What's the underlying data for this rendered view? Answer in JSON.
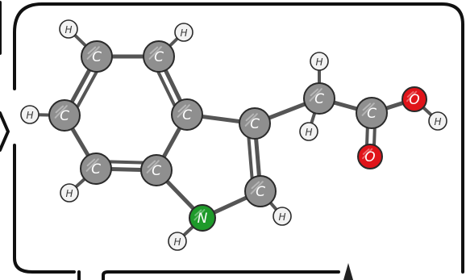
{
  "molecule": {
    "atoms": [
      {
        "id": "c1",
        "element": "C"
      },
      {
        "id": "c2",
        "element": "C"
      },
      {
        "id": "c3",
        "element": "C"
      },
      {
        "id": "c4",
        "element": "C"
      },
      {
        "id": "c5",
        "element": "C"
      },
      {
        "id": "c6",
        "element": "C"
      },
      {
        "id": "c7",
        "element": "C"
      },
      {
        "id": "c8",
        "element": "C"
      },
      {
        "id": "n1",
        "element": "N"
      },
      {
        "id": "c9",
        "element": "C"
      },
      {
        "id": "c10",
        "element": "C"
      },
      {
        "id": "o1",
        "element": "O"
      },
      {
        "id": "o2",
        "element": "O"
      },
      {
        "id": "h1",
        "element": "H"
      },
      {
        "id": "h2",
        "element": "H"
      },
      {
        "id": "h3",
        "element": "H"
      },
      {
        "id": "h4",
        "element": "H"
      },
      {
        "id": "h5",
        "element": "H"
      },
      {
        "id": "h6",
        "element": "H"
      },
      {
        "id": "h7",
        "element": "H"
      },
      {
        "id": "h8",
        "element": "H"
      },
      {
        "id": "h9",
        "element": "H"
      }
    ],
    "bonds": [
      {
        "a": "c1",
        "b": "c2",
        "order": 1
      },
      {
        "a": "c2",
        "b": "c3",
        "order": 2
      },
      {
        "a": "c3",
        "b": "c4",
        "order": 1
      },
      {
        "a": "c4",
        "b": "c5",
        "order": 2
      },
      {
        "a": "c5",
        "b": "c6",
        "order": 1
      },
      {
        "a": "c6",
        "b": "c1",
        "order": 2
      },
      {
        "a": "c3",
        "b": "c7",
        "order": 1
      },
      {
        "a": "c7",
        "b": "c8",
        "order": 2
      },
      {
        "a": "c8",
        "b": "n1",
        "order": 1
      },
      {
        "a": "n1",
        "b": "c4",
        "order": 1
      },
      {
        "a": "c7",
        "b": "c9",
        "order": 1
      },
      {
        "a": "c9",
        "b": "c10",
        "order": 1
      },
      {
        "a": "c10",
        "b": "o1",
        "order": 1
      },
      {
        "a": "c10",
        "b": "o2",
        "order": 2
      },
      {
        "a": "c1",
        "b": "h1",
        "order": 1
      },
      {
        "a": "c2",
        "b": "h2",
        "order": 1
      },
      {
        "a": "c6",
        "b": "h3",
        "order": 1
      },
      {
        "a": "c5",
        "b": "h4",
        "order": 1
      },
      {
        "a": "n1",
        "b": "h5",
        "order": 1
      },
      {
        "a": "c8",
        "b": "h6",
        "order": 1
      },
      {
        "a": "c9",
        "b": "h7",
        "order": 1
      },
      {
        "a": "c9",
        "b": "h8",
        "order": 1
      },
      {
        "a": "o1",
        "b": "h9",
        "order": 1
      }
    ]
  },
  "colors": {
    "C": "#8f8f8f",
    "N": "#1e9a2a",
    "O": "#e0141a",
    "H": "#f2f2f2",
    "bond": "#555555",
    "outline": "#2a2a2a",
    "frame": "#111111"
  }
}
